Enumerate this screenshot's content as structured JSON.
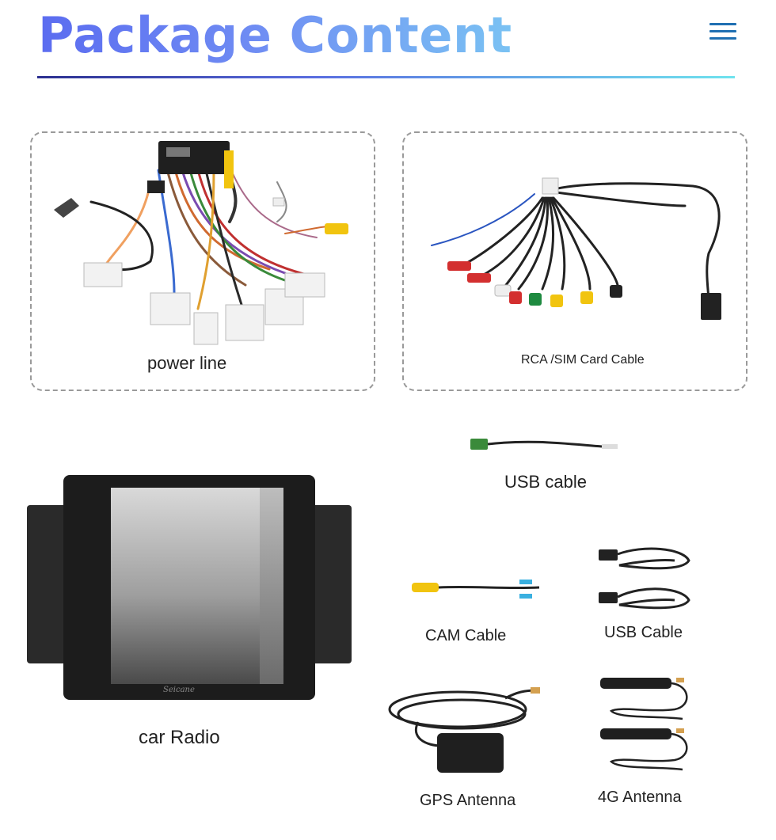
{
  "header": {
    "title": "Package Content",
    "menu_icon": "hamburger-menu-icon",
    "accent_color": "#6f8cf3"
  },
  "items": {
    "power_line": "power line",
    "rca_sim": "RCA /SIM Card Cable",
    "usb_cable_1": "USB  cable",
    "car_radio": "car Radio",
    "radio_brand": "Seicane",
    "cam_cable": "CAM Cable",
    "usb_cable_2": "USB Cable",
    "gps_antenna": "GPS Antenna",
    "antenna_4g": "4G Antenna"
  }
}
